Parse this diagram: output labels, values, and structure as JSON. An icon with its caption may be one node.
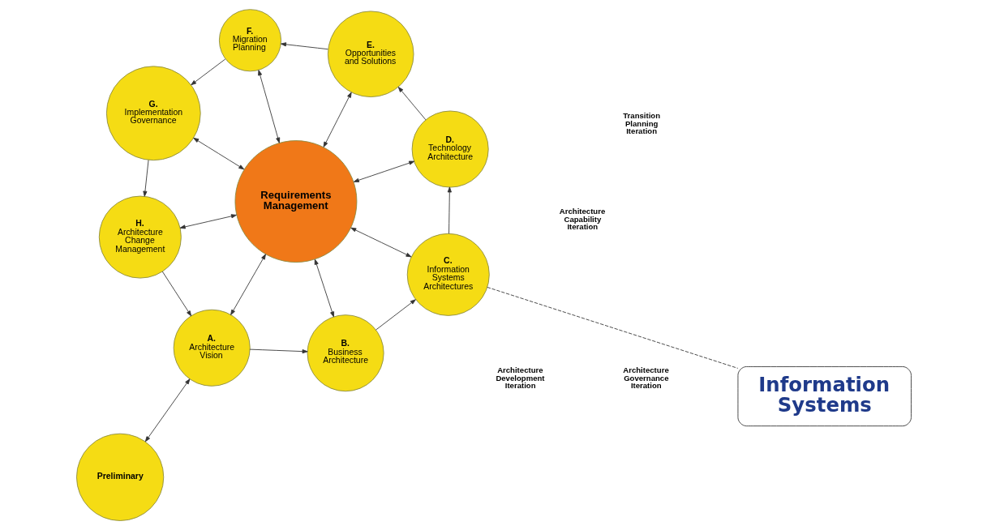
{
  "diagram": {
    "nodes": [
      {
        "text": [
          "Preliminary"
        ]
      },
      {
        "text": [
          "A.",
          "Architecture Vision"
        ]
      },
      {
        "text": [
          "B.",
          "Business Architecture"
        ]
      },
      {
        "text": [
          "C.",
          "Information Systems Architectures"
        ]
      },
      {
        "text": [
          "D.",
          "Technology Architecture"
        ]
      },
      {
        "text": [
          "E.",
          "Opportunities and Solutions"
        ]
      },
      {
        "text": [
          "F.",
          "Migration Planning"
        ]
      },
      {
        "text": [
          "G.",
          "Implementation Governance"
        ]
      },
      {
        "text": [
          "H.",
          "Architecture Change Management"
        ]
      },
      {
        "text": [
          "Requirements Management"
        ]
      },
      {
        "text": [
          "Information Systems"
        ]
      }
    ],
    "edges": [
      {
        "from": 0,
        "to": 1,
        "arrow": "both"
      },
      {
        "from": 1,
        "to": 2,
        "arrow": "to"
      },
      {
        "from": 2,
        "to": 3,
        "arrow": "to"
      },
      {
        "from": 3,
        "to": 4,
        "arrow": "to"
      },
      {
        "from": 4,
        "to": 5,
        "arrow": "to"
      },
      {
        "from": 5,
        "to": 6,
        "arrow": "to"
      },
      {
        "from": 6,
        "to": 7,
        "arrow": "to"
      },
      {
        "from": 7,
        "to": 8,
        "arrow": "to"
      },
      {
        "from": 8,
        "to": 1,
        "arrow": "to"
      },
      {
        "from": 9,
        "to": 1,
        "arrow": "both"
      },
      {
        "from": 9,
        "to": 2,
        "arrow": "both"
      },
      {
        "from": 9,
        "to": 3,
        "arrow": "both"
      },
      {
        "from": 9,
        "to": 4,
        "arrow": "both"
      },
      {
        "from": 9,
        "to": 5,
        "arrow": "both"
      },
      {
        "from": 9,
        "to": 6,
        "arrow": "both"
      },
      {
        "from": 9,
        "to": 7,
        "arrow": "both"
      },
      {
        "from": 9,
        "to": 8,
        "arrow": "both"
      },
      {
        "from": 3,
        "to": 10,
        "arrow": "none",
        "style": "dashed"
      }
    ],
    "labels": [
      "Architecture Capability Iteration",
      "Architecture Development Iteration",
      "Architecture Governance Iteration",
      "Transition Planning Iteration"
    ]
  }
}
